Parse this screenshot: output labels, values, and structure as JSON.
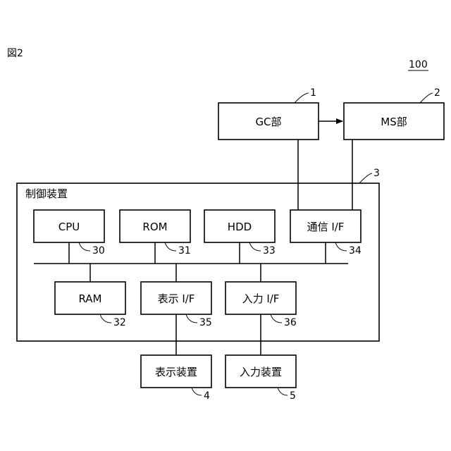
{
  "figure_label": "図2",
  "system_ref": "100",
  "boxes": {
    "gc": "GC部",
    "ms": "MS部",
    "controller": "制御装置",
    "cpu": "CPU",
    "rom": "ROM",
    "hdd": "HDD",
    "comm_if": "通信 I/F",
    "ram": "RAM",
    "display_if": "表示 I/F",
    "input_if": "入力 I/F",
    "display_device": "表示装置",
    "input_device": "入力装置"
  },
  "refs": {
    "gc": "1",
    "ms": "2",
    "controller": "3",
    "display_device": "4",
    "input_device": "5",
    "cpu": "30",
    "rom": "31",
    "ram": "32",
    "hdd": "33",
    "comm_if": "34",
    "display_if": "35",
    "input_if": "36"
  }
}
